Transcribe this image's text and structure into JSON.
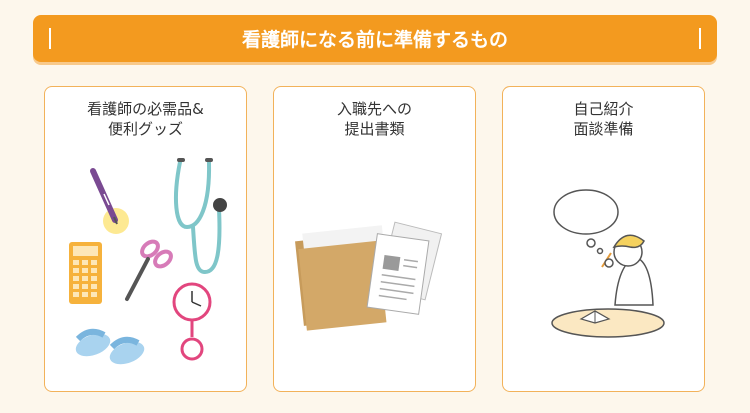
{
  "banner": {
    "title": "看護師になる前に準備するもの"
  },
  "cards": [
    {
      "line1": "看護師の必需品&",
      "line2": "便利グッズ"
    },
    {
      "line1": "入職先への",
      "line2": "提出書類"
    },
    {
      "line1": "自己紹介",
      "line2": "面談準備"
    }
  ],
  "colors": {
    "accent": "#f39a1f",
    "card_border": "#f2b25a",
    "background": "#fdf7ec"
  }
}
